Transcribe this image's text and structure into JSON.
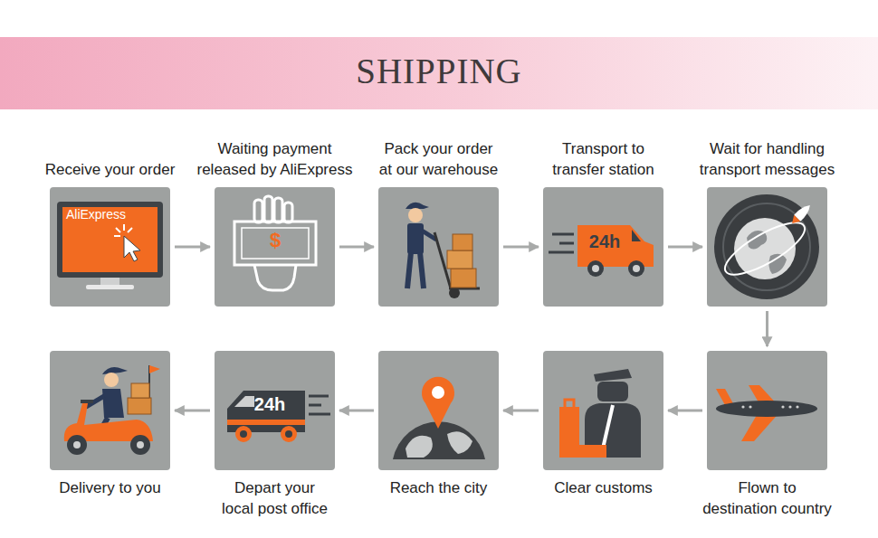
{
  "diagram": {
    "title": "SHIPPING",
    "nodes": [
      {
        "text": [
          "Receive your order"
        ]
      },
      {
        "text": [
          "Waiting payment released by AliExpress"
        ]
      },
      {
        "text": [
          "Pack your order at our warehouse"
        ]
      },
      {
        "text": [
          "Transport to transfer station"
        ]
      },
      {
        "text": [
          "Wait for handling transport messages"
        ]
      },
      {
        "text": [
          "Flown to destination country"
        ]
      },
      {
        "text": [
          "Clear customs"
        ]
      },
      {
        "text": [
          "Reach the city"
        ]
      },
      {
        "text": [
          "Depart your local post office"
        ]
      },
      {
        "text": [
          "Delivery to you"
        ]
      }
    ],
    "edges": [
      {
        "from": 0,
        "to": 1,
        "arrow": "to"
      },
      {
        "from": 1,
        "to": 2,
        "arrow": "to"
      },
      {
        "from": 2,
        "to": 3,
        "arrow": "to"
      },
      {
        "from": 3,
        "to": 4,
        "arrow": "to"
      },
      {
        "from": 4,
        "to": 5,
        "arrow": "to"
      },
      {
        "from": 5,
        "to": 6,
        "arrow": "to"
      },
      {
        "from": 6,
        "to": 7,
        "arrow": "to"
      },
      {
        "from": 7,
        "to": 8,
        "arrow": "to"
      },
      {
        "from": 8,
        "to": 9,
        "arrow": "to"
      }
    ],
    "labels": [
      "AliExpress",
      "$",
      "24h",
      "24h"
    ]
  }
}
